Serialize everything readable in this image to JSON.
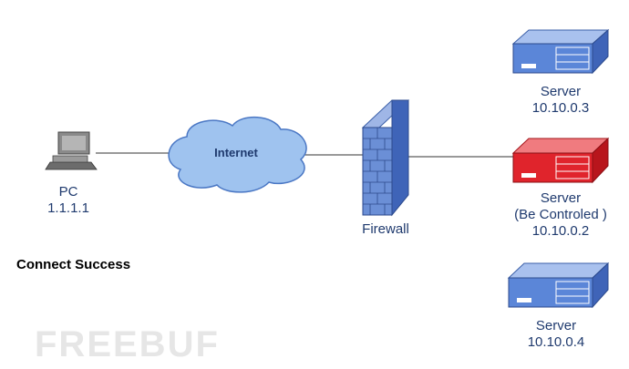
{
  "nodes": {
    "pc": {
      "name": "PC",
      "ip": "1.1.1.1"
    },
    "internet": {
      "name": "Internet"
    },
    "firewall": {
      "name": "Firewall"
    },
    "server_top": {
      "name": "Server",
      "ip": "10.10.0.3"
    },
    "server_mid": {
      "name": "Server",
      "note": "(Be Controled )",
      "ip": "10.10.0.2"
    },
    "server_bottom": {
      "name": "Server",
      "ip": "10.10.0.4"
    }
  },
  "caption": "Connect Success",
  "watermark": "FREEBUF",
  "colors": {
    "server_normal": "#5b86d8",
    "server_controlled": "#e0242c",
    "firewall": "#6b8fd6",
    "cloud": "#9fc3ef",
    "label": "#1f3a6e"
  }
}
